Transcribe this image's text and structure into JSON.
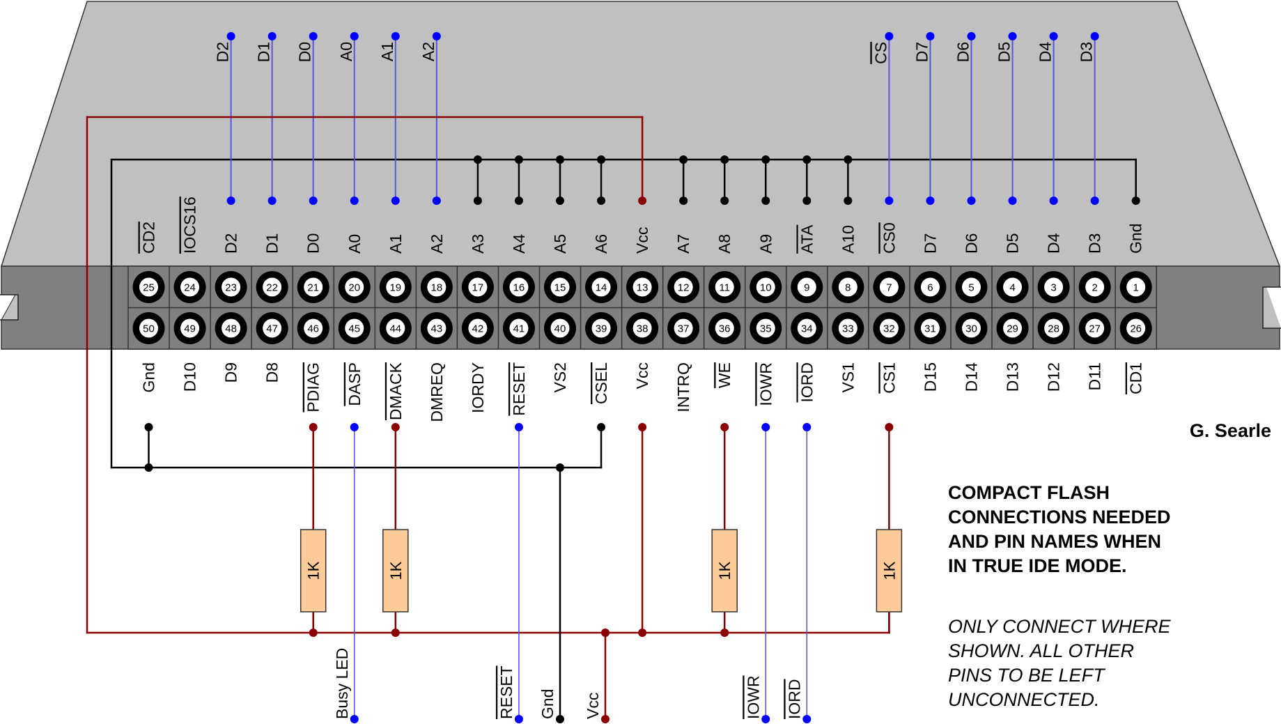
{
  "title_block": {
    "author": "G. Searle",
    "heading_lines": [
      "COMPACT FLASH",
      "CONNECTIONS NEEDED",
      "AND PIN NAMES WHEN",
      "IN TRUE IDE MODE."
    ],
    "note_lines": [
      "ONLY CONNECT WHERE",
      "SHOWN. ALL OTHER",
      "PINS TO BE LEFT",
      "UNCONNECTED."
    ]
  },
  "colors": {
    "body_top": "#c0c0c0",
    "body_front": "#808080",
    "wire_gnd": "#000000",
    "wire_vcc": "#8b0000",
    "wire_signal": "#5555dd",
    "dot_signal": "#0000ff",
    "resistor_fill": "#fdcb98"
  },
  "connector": {
    "name": "Compact Flash 50-pin",
    "top_row": [
      {
        "pin": 25,
        "name": "CD2",
        "overline": true,
        "conn": "none"
      },
      {
        "pin": 24,
        "name": "IOCS16",
        "overline": true,
        "conn": "none"
      },
      {
        "pin": 23,
        "name": "D2",
        "overline": false,
        "conn": "signal",
        "ext": "D2"
      },
      {
        "pin": 22,
        "name": "D1",
        "overline": false,
        "conn": "signal",
        "ext": "D1"
      },
      {
        "pin": 21,
        "name": "D0",
        "overline": false,
        "conn": "signal",
        "ext": "D0"
      },
      {
        "pin": 20,
        "name": "A0",
        "overline": false,
        "conn": "signal",
        "ext": "A0"
      },
      {
        "pin": 19,
        "name": "A1",
        "overline": false,
        "conn": "signal",
        "ext": "A1"
      },
      {
        "pin": 18,
        "name": "A2",
        "overline": false,
        "conn": "signal",
        "ext": "A2"
      },
      {
        "pin": 17,
        "name": "A3",
        "overline": false,
        "conn": "gnd"
      },
      {
        "pin": 16,
        "name": "A4",
        "overline": false,
        "conn": "gnd"
      },
      {
        "pin": 15,
        "name": "A5",
        "overline": false,
        "conn": "gnd"
      },
      {
        "pin": 14,
        "name": "A6",
        "overline": false,
        "conn": "gnd"
      },
      {
        "pin": 13,
        "name": "Vcc",
        "overline": false,
        "conn": "vcc"
      },
      {
        "pin": 12,
        "name": "A7",
        "overline": false,
        "conn": "gnd"
      },
      {
        "pin": 11,
        "name": "A8",
        "overline": false,
        "conn": "gnd"
      },
      {
        "pin": 10,
        "name": "A9",
        "overline": false,
        "conn": "gnd"
      },
      {
        "pin": 9,
        "name": "ATA",
        "overline": true,
        "conn": "gnd"
      },
      {
        "pin": 8,
        "name": "A10",
        "overline": false,
        "conn": "gnd"
      },
      {
        "pin": 7,
        "name": "CS0",
        "overline": true,
        "conn": "signal",
        "ext": "CS",
        "ext_overline": true
      },
      {
        "pin": 6,
        "name": "D7",
        "overline": false,
        "conn": "signal",
        "ext": "D7"
      },
      {
        "pin": 5,
        "name": "D6",
        "overline": false,
        "conn": "signal",
        "ext": "D6"
      },
      {
        "pin": 4,
        "name": "D5",
        "overline": false,
        "conn": "signal",
        "ext": "D5"
      },
      {
        "pin": 3,
        "name": "D4",
        "overline": false,
        "conn": "signal",
        "ext": "D4"
      },
      {
        "pin": 2,
        "name": "D3",
        "overline": false,
        "conn": "signal",
        "ext": "D3"
      },
      {
        "pin": 1,
        "name": "Gnd",
        "overline": false,
        "conn": "gnd"
      }
    ],
    "bottom_row": [
      {
        "pin": 50,
        "name": "Gnd",
        "overline": false,
        "conn": "gnd"
      },
      {
        "pin": 49,
        "name": "D10",
        "overline": false,
        "conn": "none"
      },
      {
        "pin": 48,
        "name": "D9",
        "overline": false,
        "conn": "none"
      },
      {
        "pin": 47,
        "name": "D8",
        "overline": false,
        "conn": "none"
      },
      {
        "pin": 46,
        "name": "PDIAG",
        "overline": true,
        "conn": "pullup"
      },
      {
        "pin": 45,
        "name": "DASP",
        "overline": true,
        "conn": "signal",
        "ext": "Busy LED"
      },
      {
        "pin": 44,
        "name": "DMACK",
        "overline": true,
        "conn": "pullup"
      },
      {
        "pin": 43,
        "name": "DMREQ",
        "overline": false,
        "conn": "none"
      },
      {
        "pin": 42,
        "name": "IORDY",
        "overline": false,
        "conn": "none"
      },
      {
        "pin": 41,
        "name": "RESET",
        "overline": true,
        "conn": "signal",
        "ext": "RESET",
        "ext_overline": true
      },
      {
        "pin": 40,
        "name": "VS2",
        "overline": false,
        "conn": "none"
      },
      {
        "pin": 39,
        "name": "CSEL",
        "overline": true,
        "conn": "gnd"
      },
      {
        "pin": 38,
        "name": "Vcc",
        "overline": false,
        "conn": "vcc"
      },
      {
        "pin": 37,
        "name": "INTRQ",
        "overline": false,
        "conn": "none"
      },
      {
        "pin": 36,
        "name": "WE",
        "overline": true,
        "conn": "pullup"
      },
      {
        "pin": 35,
        "name": "IOWR",
        "overline": true,
        "conn": "signal",
        "ext": "IOWR",
        "ext_overline": true
      },
      {
        "pin": 34,
        "name": "IORD",
        "overline": true,
        "conn": "signal",
        "ext": "IORD",
        "ext_overline": true
      },
      {
        "pin": 33,
        "name": "VS1",
        "overline": false,
        "conn": "none"
      },
      {
        "pin": 32,
        "name": "CS1",
        "overline": true,
        "conn": "pullup"
      },
      {
        "pin": 31,
        "name": "D15",
        "overline": false,
        "conn": "none"
      },
      {
        "pin": 30,
        "name": "D14",
        "overline": false,
        "conn": "none"
      },
      {
        "pin": 29,
        "name": "D13",
        "overline": false,
        "conn": "none"
      },
      {
        "pin": 28,
        "name": "D12",
        "overline": false,
        "conn": "none"
      },
      {
        "pin": 27,
        "name": "D11",
        "overline": false,
        "conn": "none"
      },
      {
        "pin": 26,
        "name": "CD1",
        "overline": true,
        "conn": "none"
      }
    ]
  },
  "resistors": [
    {
      "pin": 46,
      "value": "1K"
    },
    {
      "pin": 44,
      "value": "1K"
    },
    {
      "pin": 36,
      "value": "1K"
    },
    {
      "pin": 32,
      "value": "1K"
    }
  ],
  "supply_outputs": [
    {
      "label": "Gnd",
      "net": "gnd"
    },
    {
      "label": "Vcc",
      "net": "vcc"
    }
  ]
}
